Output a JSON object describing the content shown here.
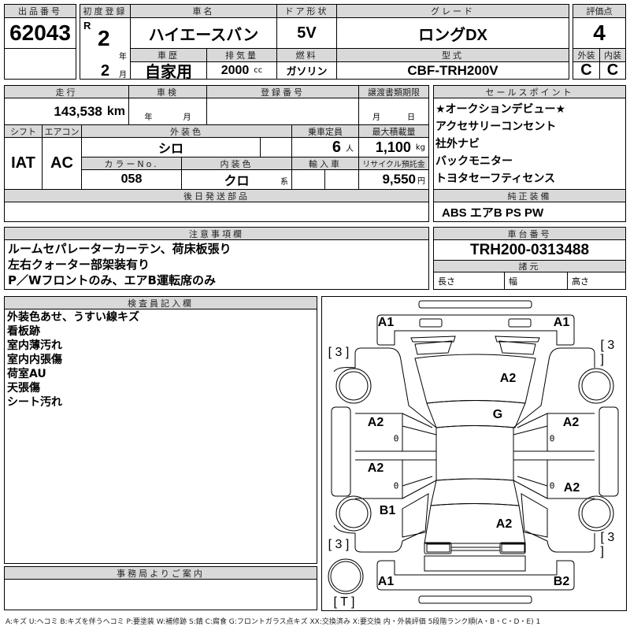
{
  "lot": {
    "header": "出品番号",
    "value": "62043"
  },
  "first_reg": {
    "header": "初度登録",
    "era": "R",
    "year": "2",
    "year_unit": "年",
    "month": "2",
    "month_unit": "月"
  },
  "car_name": {
    "header": "車名",
    "value": "ハイエースバン"
  },
  "door": {
    "header": "ドア形状",
    "value": "5V"
  },
  "grade": {
    "header": "グレード",
    "value": "ロングDX"
  },
  "history": {
    "header": "車歴",
    "value": "自家用"
  },
  "displacement": {
    "header": "排気量",
    "value": "2000",
    "unit": "cc"
  },
  "fuel": {
    "header": "燃料",
    "value": "ガソリン"
  },
  "model": {
    "header": "型式",
    "value": "CBF-TRH200V"
  },
  "score": {
    "header": "評価点",
    "value": "4",
    "ext_header": "外装",
    "int_header": "内装",
    "ext": "C",
    "int": "C"
  },
  "mileage": {
    "header": "走行",
    "value": "143,538",
    "unit": "km"
  },
  "inspection": {
    "header": "車検",
    "year_unit": "年",
    "month_unit": "月"
  },
  "reg_no": {
    "header": "登録番号"
  },
  "transfer": {
    "header": "譲渡書類期限",
    "month_unit": "月",
    "day_unit": "日"
  },
  "shift": {
    "header": "シフト",
    "value": "IAT"
  },
  "aircon": {
    "header": "エアコン",
    "value": "AC"
  },
  "ext_color": {
    "header": "外装色",
    "value": "シロ"
  },
  "capacity": {
    "header": "乗車定員",
    "value": "6",
    "unit": "人"
  },
  "max_load": {
    "header": "最大積載量",
    "value": "1,100",
    "unit": "kg"
  },
  "color_no": {
    "header": "カラーNo.",
    "value": "058"
  },
  "int_color": {
    "header": "内装色",
    "value": "クロ",
    "unit": "系"
  },
  "import": {
    "header": "輸入車"
  },
  "recycle": {
    "header": "リサイクル預託金",
    "value": "9,550",
    "unit": "円"
  },
  "later_parts": {
    "header": "後日発送部品"
  },
  "sales_points": {
    "header": "セールスポイント",
    "items": [
      "★オークションデビュー★",
      "アクセサリーコンセント",
      "社外ナビ",
      "バックモニター",
      "トヨタセーフティセンス"
    ]
  },
  "genuine_equipment": {
    "header": "純正装備",
    "value": "ABS エアB PS PW"
  },
  "notes": {
    "header": "注意事項欄",
    "items": [
      "ルームセパレーターカーテン、荷床板張り",
      "左右クォーター部架装有り",
      "P／Wフロントのみ、エアB運転席のみ"
    ]
  },
  "chassis": {
    "header": "車台番号",
    "value": "TRH200-0313488"
  },
  "specs": {
    "header": "諸元",
    "length": "長さ",
    "width": "幅",
    "height": "高さ"
  },
  "inspector": {
    "header": "検査員記入欄",
    "items": [
      "外装色あせ、うすい線キズ",
      "看板跡",
      "室内薄汚れ",
      "室内内張傷",
      "荷室AU",
      "天張傷",
      "シート汚れ"
    ]
  },
  "office": {
    "header": "事務局よりご案内"
  },
  "diagram": {
    "marks": [
      "A1",
      "A1",
      "[ 3 ]",
      "[ 3 ]",
      "A2",
      "G",
      "A2",
      "A2",
      "0",
      "0",
      "A2",
      "A2",
      "0",
      "0",
      "B1",
      "A2",
      "[ 3 ]",
      "[ 3 ]",
      "A1",
      "B2",
      "[ T ]"
    ]
  },
  "legend": "A:キズ U:ヘコミ B:キズを伴うヘコミ P:要塗装 W:補修跡 S:錆 C:腐食 G:フロントガラス点キズ XX:交換済み X:要交換 内・外装評価 5段階ランク順(A・B・C・D・E) 1"
}
